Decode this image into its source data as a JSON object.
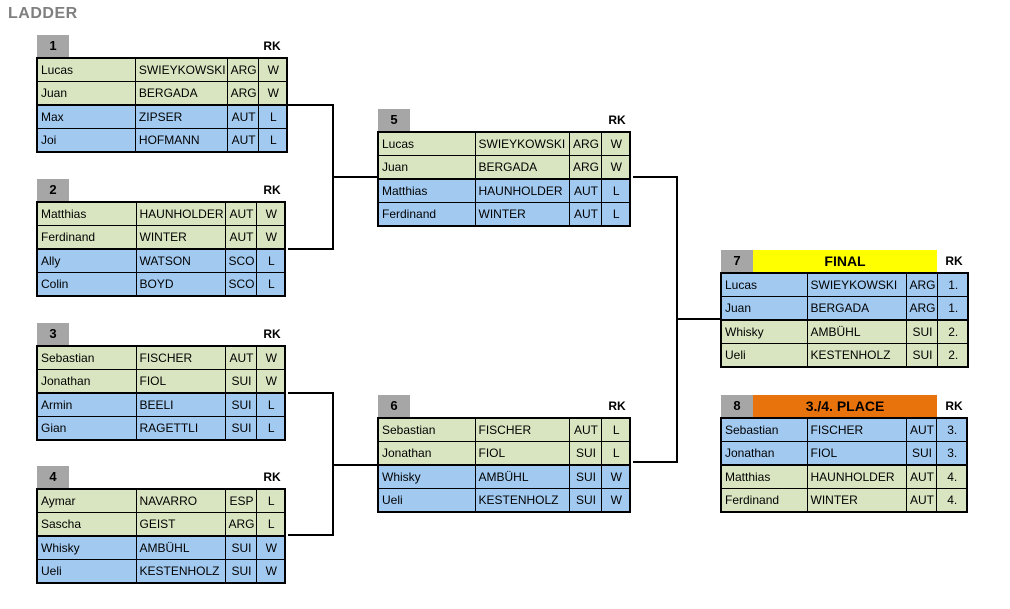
{
  "title": "LADDER",
  "labels": {
    "rk": "RK"
  },
  "colors": {
    "winner_green": "#d9e4c0",
    "loser_blue": "#a2c9f0",
    "header_gray": "#a6a6a6",
    "final_yellow": "#ffff00",
    "place_orange": "#e8730d",
    "title_gray": "#7f7f7f",
    "line_black": "#000000"
  },
  "matches": [
    {
      "number": "1",
      "label": "",
      "rows": [
        {
          "first": "Lucas",
          "last": "SWIEYKOWSKI",
          "country": "ARG",
          "rk": "W",
          "color": "green"
        },
        {
          "first": "Juan",
          "last": "BERGADA",
          "country": "ARG",
          "rk": "W",
          "color": "green"
        },
        {
          "first": "Max",
          "last": "ZIPSER",
          "country": "AUT",
          "rk": "L",
          "color": "blue"
        },
        {
          "first": "Joi",
          "last": "HOFMANN",
          "country": "AUT",
          "rk": "L",
          "color": "blue"
        }
      ]
    },
    {
      "number": "2",
      "label": "",
      "rows": [
        {
          "first": "Matthias",
          "last": "HAUNHOLDER",
          "country": "AUT",
          "rk": "W",
          "color": "green"
        },
        {
          "first": "Ferdinand",
          "last": "WINTER",
          "country": "AUT",
          "rk": "W",
          "color": "green"
        },
        {
          "first": "Ally",
          "last": "WATSON",
          "country": "SCO",
          "rk": "L",
          "color": "blue"
        },
        {
          "first": "Colin",
          "last": "BOYD",
          "country": "SCO",
          "rk": "L",
          "color": "blue"
        }
      ]
    },
    {
      "number": "3",
      "label": "",
      "rows": [
        {
          "first": "Sebastian",
          "last": "FISCHER",
          "country": "AUT",
          "rk": "W",
          "color": "green"
        },
        {
          "first": "Jonathan",
          "last": "FIOL",
          "country": "SUI",
          "rk": "W",
          "color": "green"
        },
        {
          "first": "Armin",
          "last": "BEELI",
          "country": "SUI",
          "rk": "L",
          "color": "blue"
        },
        {
          "first": "Gian",
          "last": "RAGETTLI",
          "country": "SUI",
          "rk": "L",
          "color": "blue"
        }
      ]
    },
    {
      "number": "4",
      "label": "",
      "rows": [
        {
          "first": "Aymar",
          "last": "NAVARRO",
          "country": "ESP",
          "rk": "L",
          "color": "green"
        },
        {
          "first": "Sascha",
          "last": "GEIST",
          "country": "ARG",
          "rk": "L",
          "color": "green"
        },
        {
          "first": "Whisky",
          "last": "AMBÜHL",
          "country": "SUI",
          "rk": "W",
          "color": "blue"
        },
        {
          "first": "Ueli",
          "last": "KESTENHOLZ",
          "country": "SUI",
          "rk": "W",
          "color": "blue"
        }
      ]
    },
    {
      "number": "5",
      "label": "",
      "rows": [
        {
          "first": "Lucas",
          "last": "SWIEYKOWSKI",
          "country": "ARG",
          "rk": "W",
          "color": "green"
        },
        {
          "first": "Juan",
          "last": "BERGADA",
          "country": "ARG",
          "rk": "W",
          "color": "green"
        },
        {
          "first": "Matthias",
          "last": "HAUNHOLDER",
          "country": "AUT",
          "rk": "L",
          "color": "blue"
        },
        {
          "first": "Ferdinand",
          "last": "WINTER",
          "country": "AUT",
          "rk": "L",
          "color": "blue"
        }
      ]
    },
    {
      "number": "6",
      "label": "",
      "rows": [
        {
          "first": "Sebastian",
          "last": "FISCHER",
          "country": "AUT",
          "rk": "L",
          "color": "green"
        },
        {
          "first": "Jonathan",
          "last": "FIOL",
          "country": "SUI",
          "rk": "L",
          "color": "green"
        },
        {
          "first": "Whisky",
          "last": "AMBÜHL",
          "country": "SUI",
          "rk": "W",
          "color": "blue"
        },
        {
          "first": "Ueli",
          "last": "KESTENHOLZ",
          "country": "SUI",
          "rk": "W",
          "color": "blue"
        }
      ]
    },
    {
      "number": "7",
      "label": "FINAL",
      "rows": [
        {
          "first": "Lucas",
          "last": "SWIEYKOWSKI",
          "country": "ARG",
          "rk": "1.",
          "color": "blue"
        },
        {
          "first": "Juan",
          "last": "BERGADA",
          "country": "ARG",
          "rk": "1.",
          "color": "blue"
        },
        {
          "first": "Whisky",
          "last": "AMBÜHL",
          "country": "SUI",
          "rk": "2.",
          "color": "green"
        },
        {
          "first": "Ueli",
          "last": "KESTENHOLZ",
          "country": "SUI",
          "rk": "2.",
          "color": "green"
        }
      ]
    },
    {
      "number": "8",
      "label": "3./4. PLACE",
      "rows": [
        {
          "first": "Sebastian",
          "last": "FISCHER",
          "country": "AUT",
          "rk": "3.",
          "color": "blue"
        },
        {
          "first": "Jonathan",
          "last": "FIOL",
          "country": "SUI",
          "rk": "3.",
          "color": "blue"
        },
        {
          "first": "Matthias",
          "last": "HAUNHOLDER",
          "country": "AUT",
          "rk": "4.",
          "color": "green"
        },
        {
          "first": "Ferdinand",
          "last": "WINTER",
          "country": "AUT",
          "rk": "4.",
          "color": "green"
        }
      ]
    }
  ]
}
